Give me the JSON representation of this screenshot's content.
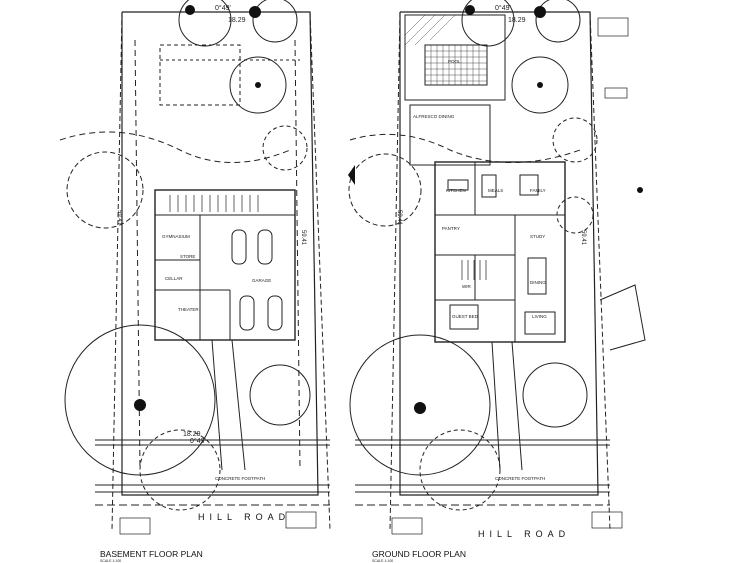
{
  "left_plan": {
    "title": "BASEMENT FLOOR PLAN",
    "scale": "SCALE 1:100",
    "road": "HILL ROAD",
    "bearing": "0°49'",
    "bottom_bearing": "0°49'",
    "top_dim": "18.29",
    "bottom_dim": "18.29",
    "side_dim_left": "59.41",
    "side_dim_right": "59.41",
    "rooms": [
      "GYMNASIUM",
      "STORE",
      "CELLAR",
      "GARAGE",
      "THEATER"
    ],
    "footpath": "CONCRETE FOOTPATH"
  },
  "right_plan": {
    "title": "GROUND FLOOR PLAN",
    "scale": "SCALE 1:100",
    "road": "HILL ROAD",
    "bearing": "0°49'",
    "top_dim": "18.29",
    "side_dim_left": "59.41",
    "side_dim_right": "59.41",
    "rooms": [
      "POOL",
      "ALFRESCO DINING",
      "KITCHEN",
      "MEALS",
      "FAMILY",
      "PANTRY",
      "STUDY",
      "WIR",
      "GUEST BED",
      "LIVING",
      "DINING"
    ],
    "footpath": "CONCRETE FOOTPATH"
  }
}
